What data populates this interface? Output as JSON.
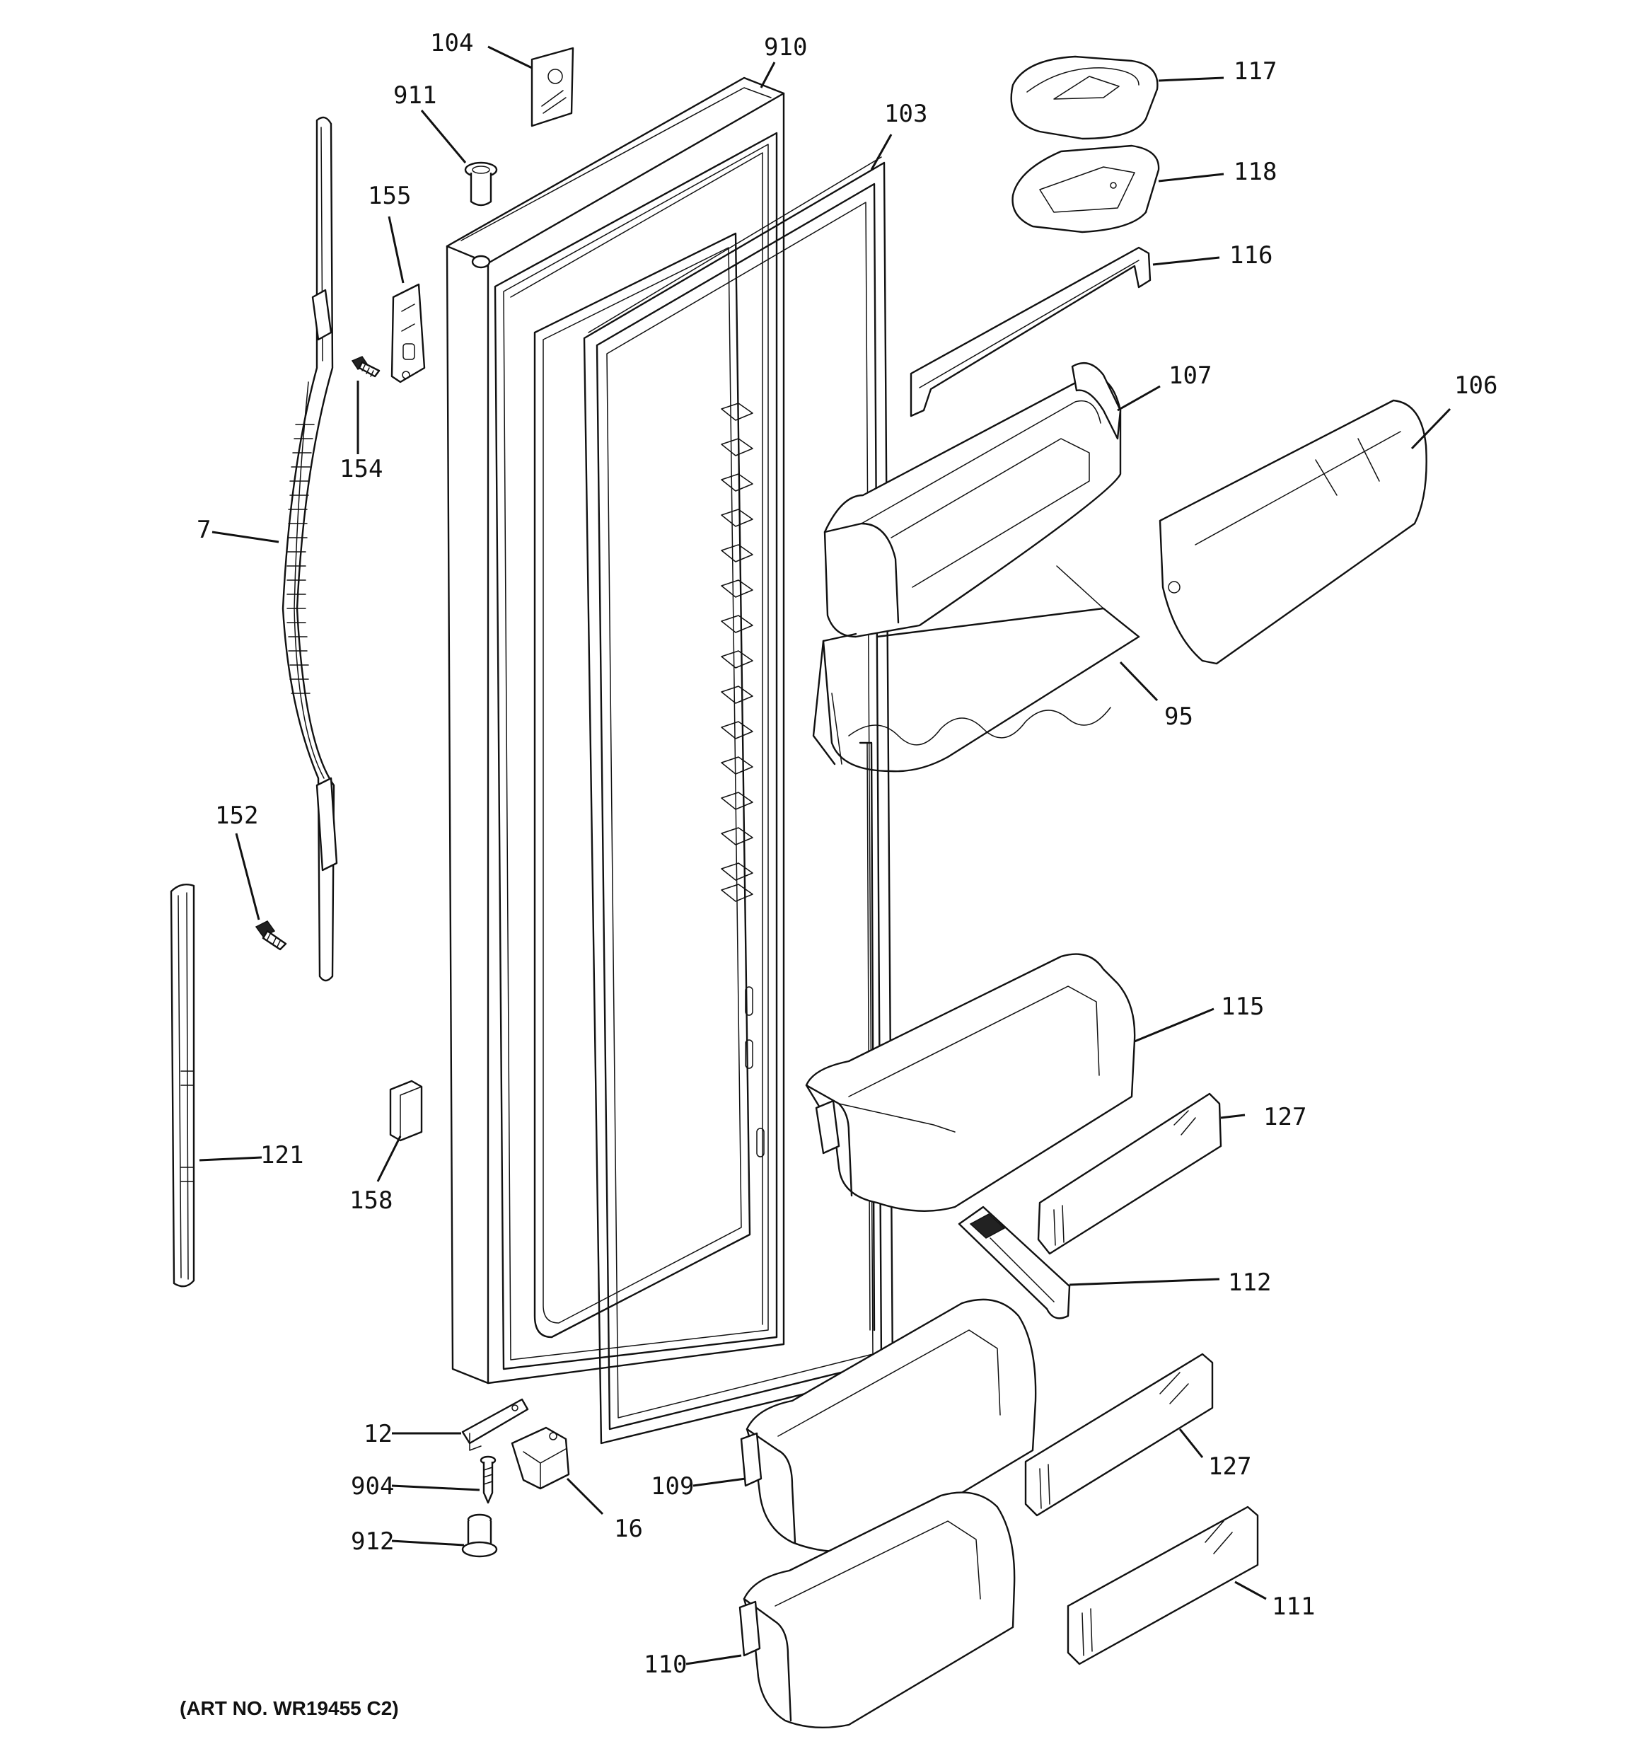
{
  "diagram": {
    "art_number": "(ART NO. WR19455 C2)",
    "callouts": {
      "c104": "104",
      "c910": "910",
      "c911": "911",
      "c103": "103",
      "c117": "117",
      "c118": "118",
      "c155": "155",
      "c116": "116",
      "c154": "154",
      "c107": "107",
      "c106": "106",
      "c7": "7",
      "c95": "95",
      "c152": "152",
      "c115": "115",
      "c127a": "127",
      "c121": "121",
      "c158": "158",
      "c112": "112",
      "c12": "12",
      "c127b": "127",
      "c904": "904",
      "c109": "109",
      "c16": "16",
      "c912": "912",
      "c111": "111",
      "c110": "110"
    }
  }
}
